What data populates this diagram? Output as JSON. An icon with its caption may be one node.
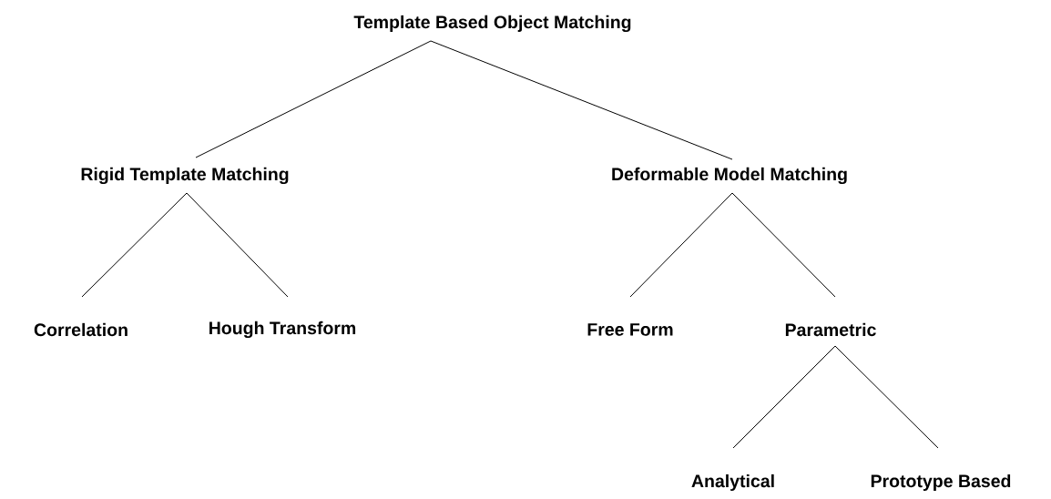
{
  "diagram": {
    "nodes": [
      {
        "text": [
          "Template Based Object Matching"
        ]
      },
      {
        "text": [
          "Rigid Template Matching"
        ]
      },
      {
        "text": [
          "Deformable Model Matching"
        ]
      },
      {
        "text": [
          "Correlation"
        ]
      },
      {
        "text": [
          "Hough Transform"
        ]
      },
      {
        "text": [
          "Free Form"
        ]
      },
      {
        "text": [
          "Parametric"
        ]
      },
      {
        "text": [
          "Analytical"
        ]
      },
      {
        "text": [
          "Prototype Based"
        ]
      }
    ],
    "edges": [
      {
        "from": 0,
        "to": 1,
        "arrow": "none"
      },
      {
        "from": 0,
        "to": 2,
        "arrow": "none"
      },
      {
        "from": 1,
        "to": 3,
        "arrow": "none"
      },
      {
        "from": 1,
        "to": 4,
        "arrow": "none"
      },
      {
        "from": 2,
        "to": 5,
        "arrow": "none"
      },
      {
        "from": 2,
        "to": 6,
        "arrow": "none"
      },
      {
        "from": 6,
        "to": 7,
        "arrow": "none"
      },
      {
        "from": 6,
        "to": 8,
        "arrow": "none"
      }
    ]
  }
}
